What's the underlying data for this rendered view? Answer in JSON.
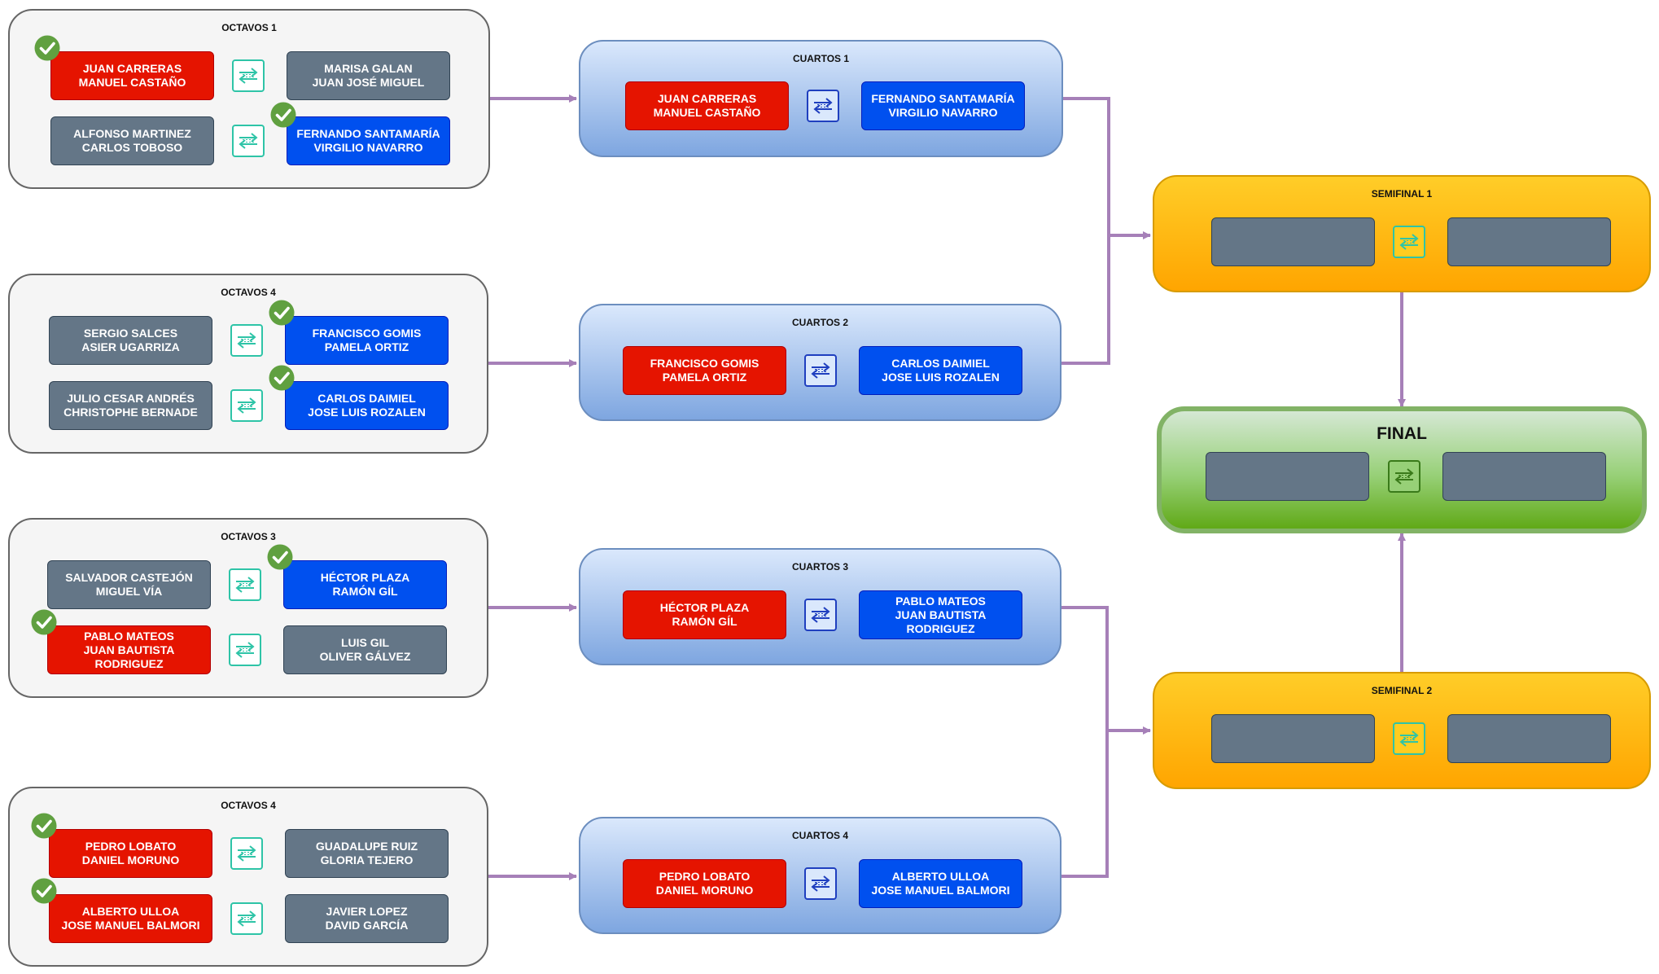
{
  "colors": {
    "winner_red": "#e51400",
    "winner_blue": "#0050ef",
    "loser_gray": "#647687",
    "connector": "#a680b8",
    "check": "#60a040"
  },
  "icons": {
    "vs": "swap-arrows-icon",
    "winner": "check-circle-icon"
  },
  "octavos": [
    {
      "title": "OCTAVOS 1",
      "matches": [
        {
          "left": "JUAN CARRERAS\nMANUEL CASTAÑO",
          "right": "MARISA GALAN\nJUAN JOSÉ MIGUEL",
          "winner": "left"
        },
        {
          "left": "ALFONSO MARTINEZ\nCARLOS TOBOSO",
          "right": "FERNANDO SANTAMARÍA\nVIRGILIO NAVARRO",
          "winner": "right"
        }
      ]
    },
    {
      "title": "OCTAVOS 4",
      "matches": [
        {
          "left": "SERGIO SALCES\nASIER UGARRIZA",
          "right": "FRANCISCO GOMIS\nPAMELA ORTIZ",
          "winner": "right"
        },
        {
          "left": "JULIO CESAR ANDRÉS\nCHRISTOPHE BERNADE",
          "right": "CARLOS DAIMIEL\nJOSE LUIS ROZALEN",
          "winner": "right"
        }
      ]
    },
    {
      "title": "OCTAVOS 3",
      "matches": [
        {
          "left": "SALVADOR CASTEJÓN\nMIGUEL VÍA",
          "right": "HÉCTOR PLAZA\nRAMÓN GÍL",
          "winner": "right"
        },
        {
          "left": "PABLO MATEOS\nJUAN BAUTISTA RODRIGUEZ",
          "right": "LUIS GIL\nOLIVER GÁLVEZ",
          "winner": "left"
        }
      ]
    },
    {
      "title": "OCTAVOS 4",
      "matches": [
        {
          "left": "PEDRO LOBATO\nDANIEL MORUNO",
          "right": "GUADALUPE RUIZ\nGLORIA TEJERO",
          "winner": "left"
        },
        {
          "left": "ALBERTO ULLOA\nJOSE MANUEL BALMORI",
          "right": "JAVIER LOPEZ\nDAVID GARCÍA",
          "winner": "left"
        }
      ]
    }
  ],
  "cuartos": [
    {
      "title": "CUARTOS 1",
      "left": "JUAN CARRERAS\nMANUEL CASTAÑO",
      "right": "FERNANDO SANTAMARÍA\nVIRGILIO NAVARRO"
    },
    {
      "title": "CUARTOS 2",
      "left": "FRANCISCO GOMIS\nPAMELA ORTIZ",
      "right": "CARLOS DAIMIEL\nJOSE LUIS ROZALEN"
    },
    {
      "title": "CUARTOS 3",
      "left": "HÉCTOR PLAZA\nRAMÓN GÍL",
      "right": "PABLO MATEOS\nJUAN BAUTISTA RODRIGUEZ"
    },
    {
      "title": "CUARTOS 4",
      "left": "PEDRO LOBATO\nDANIEL MORUNO",
      "right": "ALBERTO ULLOA\nJOSE MANUEL BALMORI"
    }
  ],
  "semifinales": [
    {
      "title": "SEMIFINAL 1",
      "left": "",
      "right": ""
    },
    {
      "title": "SEMIFINAL 2",
      "left": "",
      "right": ""
    }
  ],
  "final": {
    "title": "FINAL",
    "left": "",
    "right": ""
  }
}
